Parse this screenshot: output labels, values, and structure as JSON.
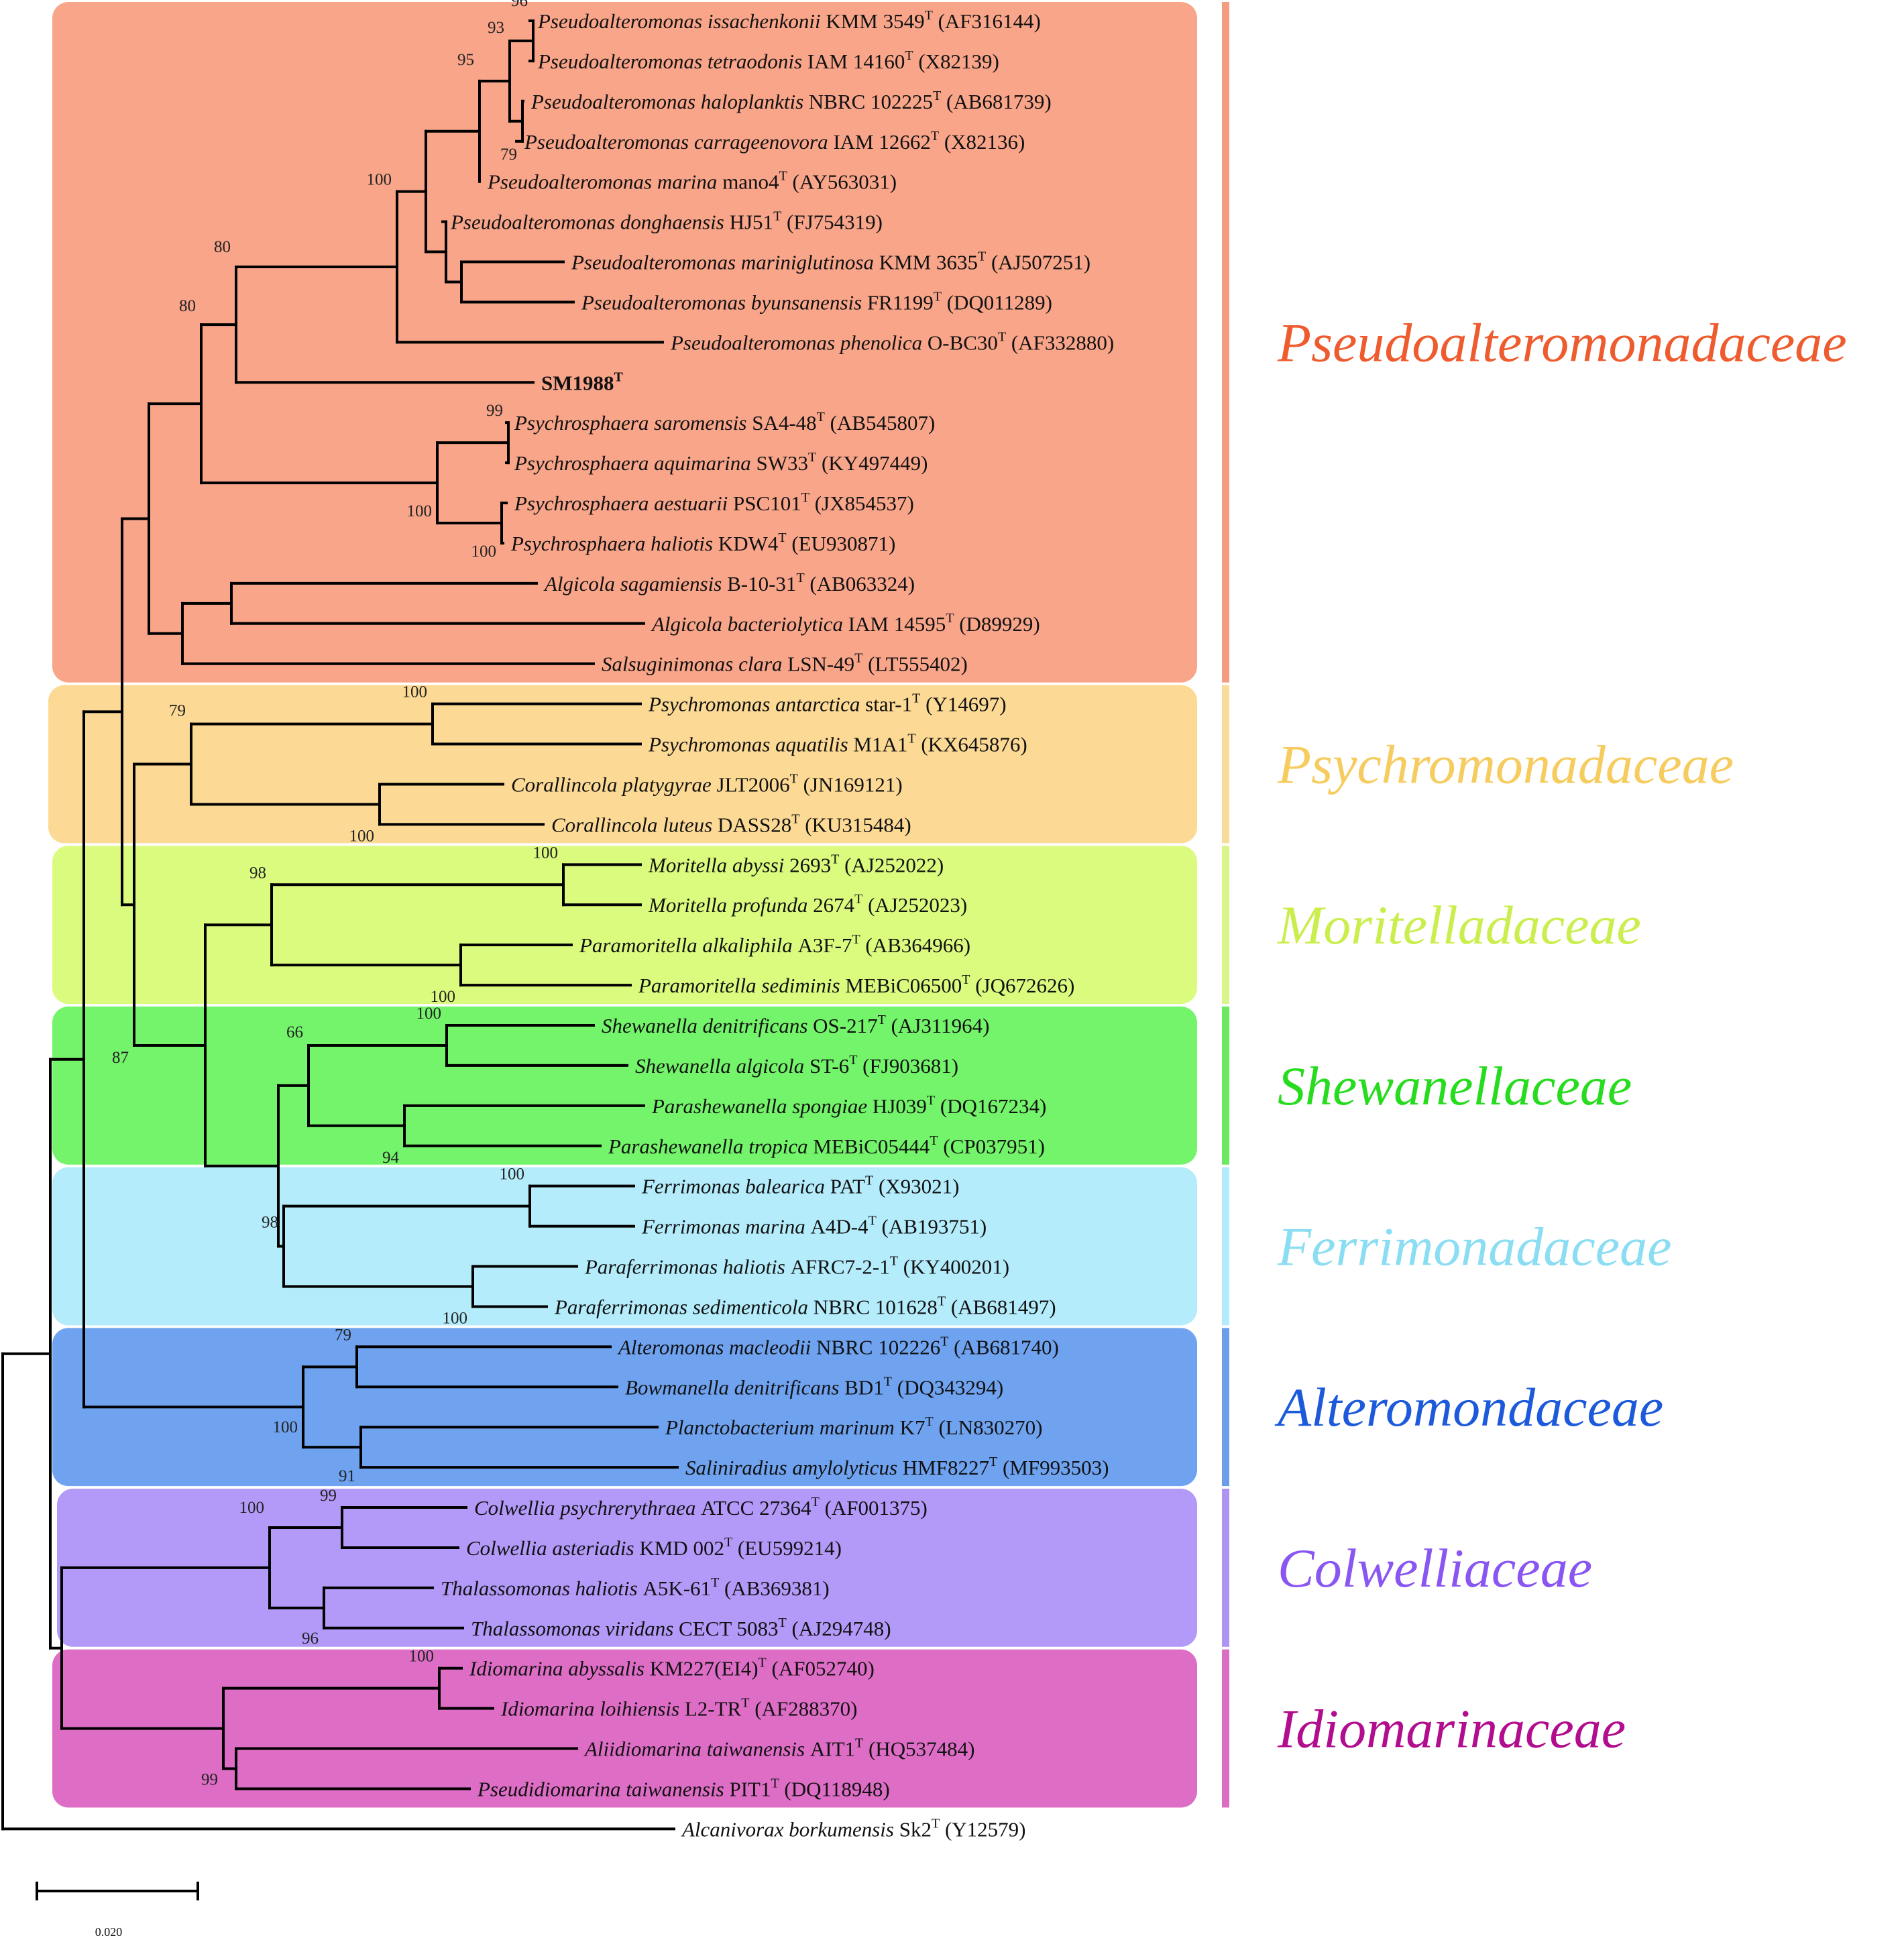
{
  "scale_bar": {
    "label": "0.020"
  },
  "groups": [
    {
      "id": "pseudo",
      "name": "Pseudoalteromonadaceae",
      "bg": "#F8A58A",
      "bar": "#F29C80",
      "text": "#EE5B2E"
    },
    {
      "id": "psychro",
      "name": "Psychromonadaceae",
      "bg": "#FCDA95",
      "bar": "#F8DC9A",
      "text": "#F7CC5F"
    },
    {
      "id": "morit",
      "name": "Moritelladaceae",
      "bg": "#DBFB7F",
      "bar": "#DAF58A",
      "text": "#CBEE4F"
    },
    {
      "id": "shew",
      "name": "Shewanellaceae",
      "bg": "#73F46A",
      "bar": "#6CE963",
      "text": "#27DC1F"
    },
    {
      "id": "ferri",
      "name": "Ferrimonadaceae",
      "bg": "#B4ECFB",
      "bar": "#B2ECFA",
      "text": "#8ADDF2"
    },
    {
      "id": "altero",
      "name": "Alteromondaceae",
      "bg": "#6FA3F0",
      "bar": "#6C9DE8",
      "text": "#1D5ADB"
    },
    {
      "id": "colw",
      "name": "Colwelliaceae",
      "bg": "#B399F8",
      "bar": "#AD93F2",
      "text": "#8A56F2"
    },
    {
      "id": "idio",
      "name": "Idiomarinaceae",
      "bg": "#DE6DC6",
      "bar": "#D96EC2",
      "text": "#B10D8E"
    }
  ],
  "leaves": [
    {
      "id": "L1",
      "species": "Pseudoalteromonas issachenkonii",
      "strain": "KMM 3549",
      "acc": "(AF316144)"
    },
    {
      "id": "L2",
      "species": "Pseudoalteromonas tetraodonis",
      "strain": "IAM 14160",
      "acc": "(X82139)"
    },
    {
      "id": "L3",
      "species": "Pseudoalteromonas haloplanktis",
      "strain": "NBRC 102225",
      "acc": "(AB681739)"
    },
    {
      "id": "L4",
      "species": "Pseudoalteromonas carrageenovora",
      "strain": "IAM 12662",
      "acc": "(X82136)"
    },
    {
      "id": "L5",
      "species": "Pseudoalteromonas marina",
      "strain": "mano4",
      "acc": "(AY563031)"
    },
    {
      "id": "L6",
      "species": "Pseudoalteromonas donghaensis",
      "strain": "HJ51",
      "acc": "(FJ754319)"
    },
    {
      "id": "L7",
      "species": "Pseudoalteromonas mariniglutinosa",
      "strain": "KMM 3635",
      "acc": "(AJ507251)"
    },
    {
      "id": "L8",
      "species": "Pseudoalteromonas byunsanensis",
      "strain": "FR1199",
      "acc": "(DQ011289)"
    },
    {
      "id": "L9",
      "species": "Pseudoalteromonas phenolica",
      "strain": "O-BC30",
      "acc": "(AF332880)"
    },
    {
      "id": "L10",
      "species": "",
      "strain": "SM1988",
      "acc": "",
      "bold": true
    },
    {
      "id": "L11",
      "species": "Psychrosphaera saromensis",
      "strain": "SA4-48",
      "acc": "(AB545807)"
    },
    {
      "id": "L12",
      "species": "Psychrosphaera aquimarina",
      "strain": "SW33",
      "acc": "(KY497449)"
    },
    {
      "id": "L13",
      "species": "Psychrosphaera aestuarii",
      "strain": "PSC101",
      "acc": "(JX854537)"
    },
    {
      "id": "L14",
      "species": "Psychrosphaera haliotis",
      "strain": "KDW4",
      "acc": "(EU930871)"
    },
    {
      "id": "L15",
      "species": "Algicola sagamiensis",
      "strain": "B-10-31",
      "acc": "(AB063324)"
    },
    {
      "id": "L16",
      "species": "Algicola bacteriolytica",
      "strain": "IAM 14595",
      "acc": "(D89929)"
    },
    {
      "id": "L17",
      "species": "Salsuginimonas clara",
      "strain": "LSN-49",
      "acc": "(LT555402)"
    },
    {
      "id": "L18",
      "species": "Psychromonas antarctica",
      "strain": "star-1",
      "acc": "(Y14697)"
    },
    {
      "id": "L19",
      "species": "Psychromonas aquatilis",
      "strain": "M1A1",
      "acc": "(KX645876)"
    },
    {
      "id": "L20",
      "species": "Corallincola platygyrae",
      "strain": "JLT2006",
      "acc": "(JN169121)"
    },
    {
      "id": "L21",
      "species": "Corallincola luteus",
      "strain": "DASS28",
      "acc": "(KU315484)"
    },
    {
      "id": "L22",
      "species": "Moritella abyssi",
      "strain": "2693",
      "acc": "(AJ252022)"
    },
    {
      "id": "L23",
      "species": "Moritella profunda",
      "strain": "2674",
      "acc": "(AJ252023)"
    },
    {
      "id": "L24",
      "species": "Paramoritella alkaliphila",
      "strain": "A3F-7",
      "acc": "(AB364966)"
    },
    {
      "id": "L25",
      "species": "Paramoritella sediminis",
      "strain": "MEBiC06500",
      "acc": "(JQ672626)"
    },
    {
      "id": "L26",
      "species": "Shewanella denitrificans",
      "strain": "OS-217",
      "acc": "(AJ311964)"
    },
    {
      "id": "L27",
      "species": "Shewanella algicola",
      "strain": "ST-6",
      "acc": "(FJ903681)"
    },
    {
      "id": "L28",
      "species": "Parashewanella spongiae",
      "strain": "HJ039",
      "acc": "(DQ167234)"
    },
    {
      "id": "L29",
      "species": "Parashewanella tropica",
      "strain": "MEBiC05444",
      "acc": "(CP037951)"
    },
    {
      "id": "L30",
      "species": "Ferrimonas balearica",
      "strain": "PAT",
      "acc": "(X93021)"
    },
    {
      "id": "L31",
      "species": "Ferrimonas marina",
      "strain": "A4D-4",
      "acc": "(AB193751)"
    },
    {
      "id": "L32",
      "species": "Paraferrimonas haliotis",
      "strain": "AFRC7-2-1",
      "acc": "(KY400201)"
    },
    {
      "id": "L33",
      "species": "Paraferrimonas sedimenticola",
      "strain": "NBRC 101628",
      "acc": "(AB681497)"
    },
    {
      "id": "L34",
      "species": "Alteromonas macleodii",
      "strain": "NBRC 102226",
      "acc": "(AB681740)"
    },
    {
      "id": "L35",
      "species": "Bowmanella denitrificans",
      "strain": "BD1",
      "acc": "(DQ343294)"
    },
    {
      "id": "L36",
      "species": "Planctobacterium marinum",
      "strain": "K7",
      "acc": "(LN830270)"
    },
    {
      "id": "L37",
      "species": "Saliniradius amylolyticus",
      "strain": "HMF8227",
      "acc": "(MF993503)"
    },
    {
      "id": "L38",
      "species": "Colwellia psychrerythraea",
      "strain": "ATCC 27364",
      "acc": "(AF001375)"
    },
    {
      "id": "L39",
      "species": "Colwellia asteriadis",
      "strain": "KMD 002",
      "acc": "(EU599214)"
    },
    {
      "id": "L40",
      "species": "Thalassomonas haliotis",
      "strain": "A5K-61",
      "acc": "(AB369381)"
    },
    {
      "id": "L41",
      "species": "Thalassomonas viridans",
      "strain": "CECT 5083",
      "acc": "(AJ294748)"
    },
    {
      "id": "L42",
      "species": "Idiomarina abyssalis",
      "strain": "KM227(EI4)",
      "acc": "(AF052740)"
    },
    {
      "id": "L43",
      "species": "Idiomarina loihiensis",
      "strain": "L2-TR",
      "acc": "(AF288370)"
    },
    {
      "id": "L44",
      "species": "Aliidiomarina taiwanensis",
      "strain": "AIT1",
      "acc": "(HQ537484)"
    },
    {
      "id": "L45",
      "species": "Pseudidiomarina taiwanensis",
      "strain": "PIT1",
      "acc": "(DQ118948)"
    },
    {
      "id": "L46",
      "species": "Alcanivorax borkumensis",
      "strain": "Sk2",
      "acc": "(Y12579)"
    }
  ],
  "type_strain_marker": "T",
  "bootstrap": [
    {
      "node": "N_a",
      "value": "96"
    },
    {
      "node": "N_c",
      "value": "93"
    },
    {
      "node": "N_b",
      "value": "79"
    },
    {
      "node": "N_e",
      "value": "95"
    },
    {
      "node": "N_j",
      "value": "100"
    },
    {
      "node": "N_l",
      "value": "80"
    },
    {
      "node": "N_p",
      "value": "80"
    },
    {
      "node": "N_m1",
      "value": "99"
    },
    {
      "node": "N_o",
      "value": "100"
    },
    {
      "node": "N_m2",
      "value": "100"
    },
    {
      "node": "N_s",
      "value": "100"
    },
    {
      "node": "N_u",
      "value": "79"
    },
    {
      "node": "N_t",
      "value": "100"
    },
    {
      "node": "N_v",
      "value": "100"
    },
    {
      "node": "N_x",
      "value": "98"
    },
    {
      "node": "N_w",
      "value": "100"
    },
    {
      "node": "N_y",
      "value": "100"
    },
    {
      "node": "N_aa",
      "value": "66"
    },
    {
      "node": "N_z",
      "value": "94"
    },
    {
      "node": "N_ab",
      "value": "100"
    },
    {
      "node": "N_ad",
      "value": "98"
    },
    {
      "node": "N_ac",
      "value": "100"
    },
    {
      "node": "N_ag",
      "value": "87"
    },
    {
      "node": "N_ah",
      "value": "79"
    },
    {
      "node": "N_aj",
      "value": "100"
    },
    {
      "node": "N_ai",
      "value": "91"
    },
    {
      "node": "N_am",
      "value": "100"
    },
    {
      "node": "N_ak",
      "value": "99"
    },
    {
      "node": "N_al",
      "value": "96"
    },
    {
      "node": "N_ao",
      "value": "100"
    },
    {
      "node": "N_aq",
      "value": "99"
    }
  ]
}
